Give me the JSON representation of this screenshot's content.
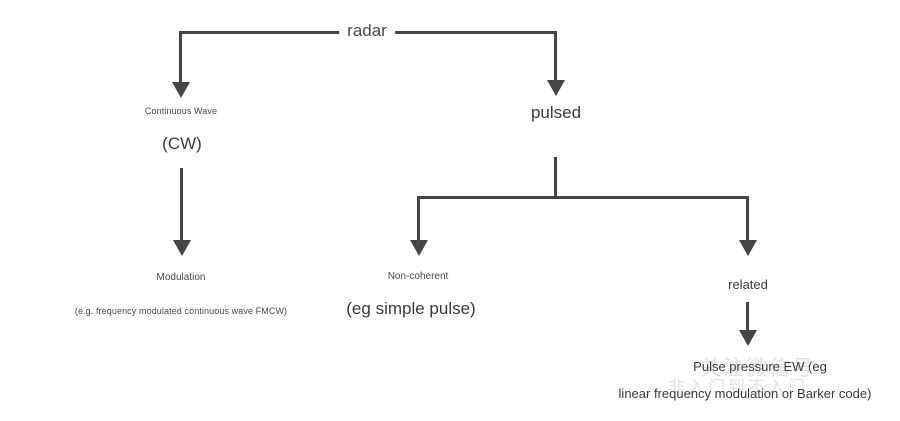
{
  "diagram": {
    "title": "radar",
    "type": "tree-diagram",
    "line_color": "#454545",
    "text_color": "#3a3a3a",
    "background": "#ffffff",
    "nodes": {
      "root": "radar",
      "cw_small": "Continuous Wave",
      "cw_big": "(CW)",
      "pulsed": "pulsed",
      "modulation_small": "Modulation",
      "modulation_detail": "(e.g. frequency modulated continuous wave FMCW)",
      "noncoherent_small": "Non-coherent",
      "noncoherent_big": "(eg simple pulse)",
      "related": "related",
      "pulse_pressure_line1": "Pulse pressure EW (eg",
      "pulse_pressure_line2": "linear frequency modulation or Barker code)"
    },
    "watermark": {
      "line1": "关注微信号",
      "line2": "非入门到不入门"
    }
  }
}
